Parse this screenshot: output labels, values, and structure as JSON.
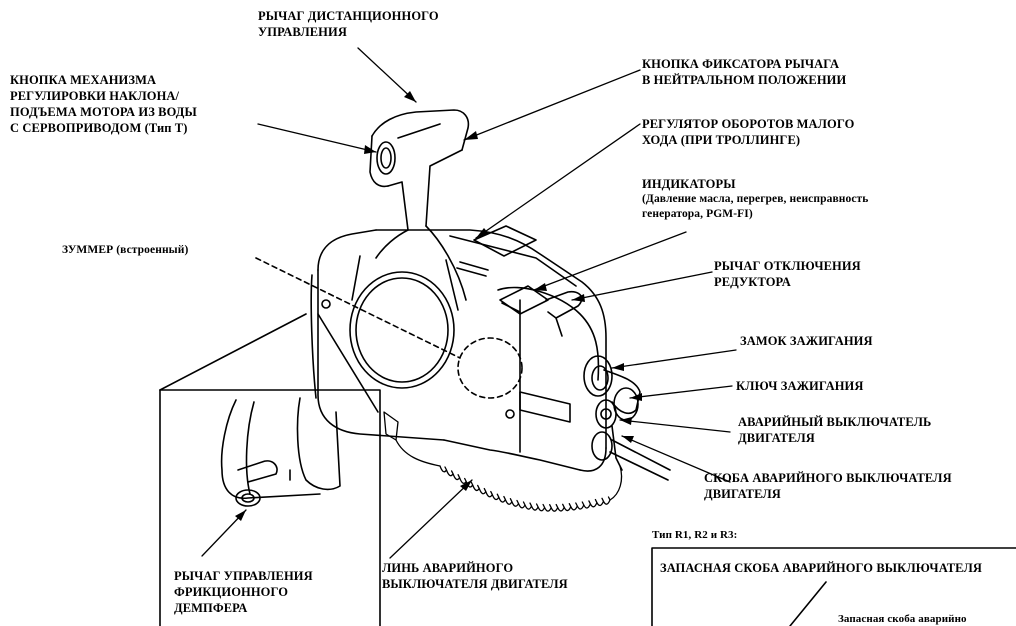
{
  "labels": {
    "remote_lever": [
      "РЫЧАГ ДИСТАНЦИОННОГО",
      "УПРАВЛЕНИЯ"
    ],
    "trim_button": [
      "КНОПКА МЕХАНИЗМА",
      "РЕГУЛИРОВКИ НАКЛОНА/",
      "ПОДЪЕМА МОТОРА ИЗ ВОДЫ",
      "С СЕРВОПРИВОДОМ (Тип Т)"
    ],
    "neutral_lock": [
      "КНОПКА ФИКСАТОРА РЫЧАГА",
      "В НЕЙТРАЛЬНОМ ПОЛОЖЕНИИ"
    ],
    "trolling": [
      "РЕГУЛЯТОР ОБОРОТОВ МАЛОГО",
      "ХОДА (ПРИ ТРОЛЛИНГЕ)"
    ],
    "indicators_title": "ИНДИКАТОРЫ",
    "indicators_detail": [
      "(Давление масла, перегрев, неисправность",
      "генератора, PGM-FI)"
    ],
    "buzzer": "ЗУММЕР (встроенный)",
    "gear_release": [
      "РЫЧАГ ОТКЛЮЧЕНИЯ",
      "РЕДУКТОРА"
    ],
    "ignition_switch": "ЗАМОК ЗАЖИГАНИЯ",
    "ignition_key": "КЛЮЧ ЗАЖИГАНИЯ",
    "stop_switch": [
      "АВАРИЙНЫЙ ВЫКЛЮЧАТЕЛЬ",
      "ДВИГАТЕЛЯ"
    ],
    "stop_clip": [
      "СКОБА АВАРИЙНОГО ВЫКЛЮЧАТЕЛЯ",
      "ДВИГАТЕЛЯ"
    ],
    "lanyard": [
      "ЛИНЬ АВАРИЙНОГО",
      "ВЫКЛЮЧАТЕЛЯ ДВИГАТЕЛЯ"
    ],
    "friction": [
      "РЫЧАГ УПРАВЛЕНИЯ",
      "ФРИКЦИОННОГО",
      "ДЕМПФЕРА"
    ],
    "types": "Тип R1, R2 и R3:",
    "spare_clip": "ЗАПАСНАЯ СКОБА АВАРИЙНОГО ВЫКЛЮЧАТЕЛЯ",
    "spare_clip_small": "Запасная скоба аварийно"
  }
}
